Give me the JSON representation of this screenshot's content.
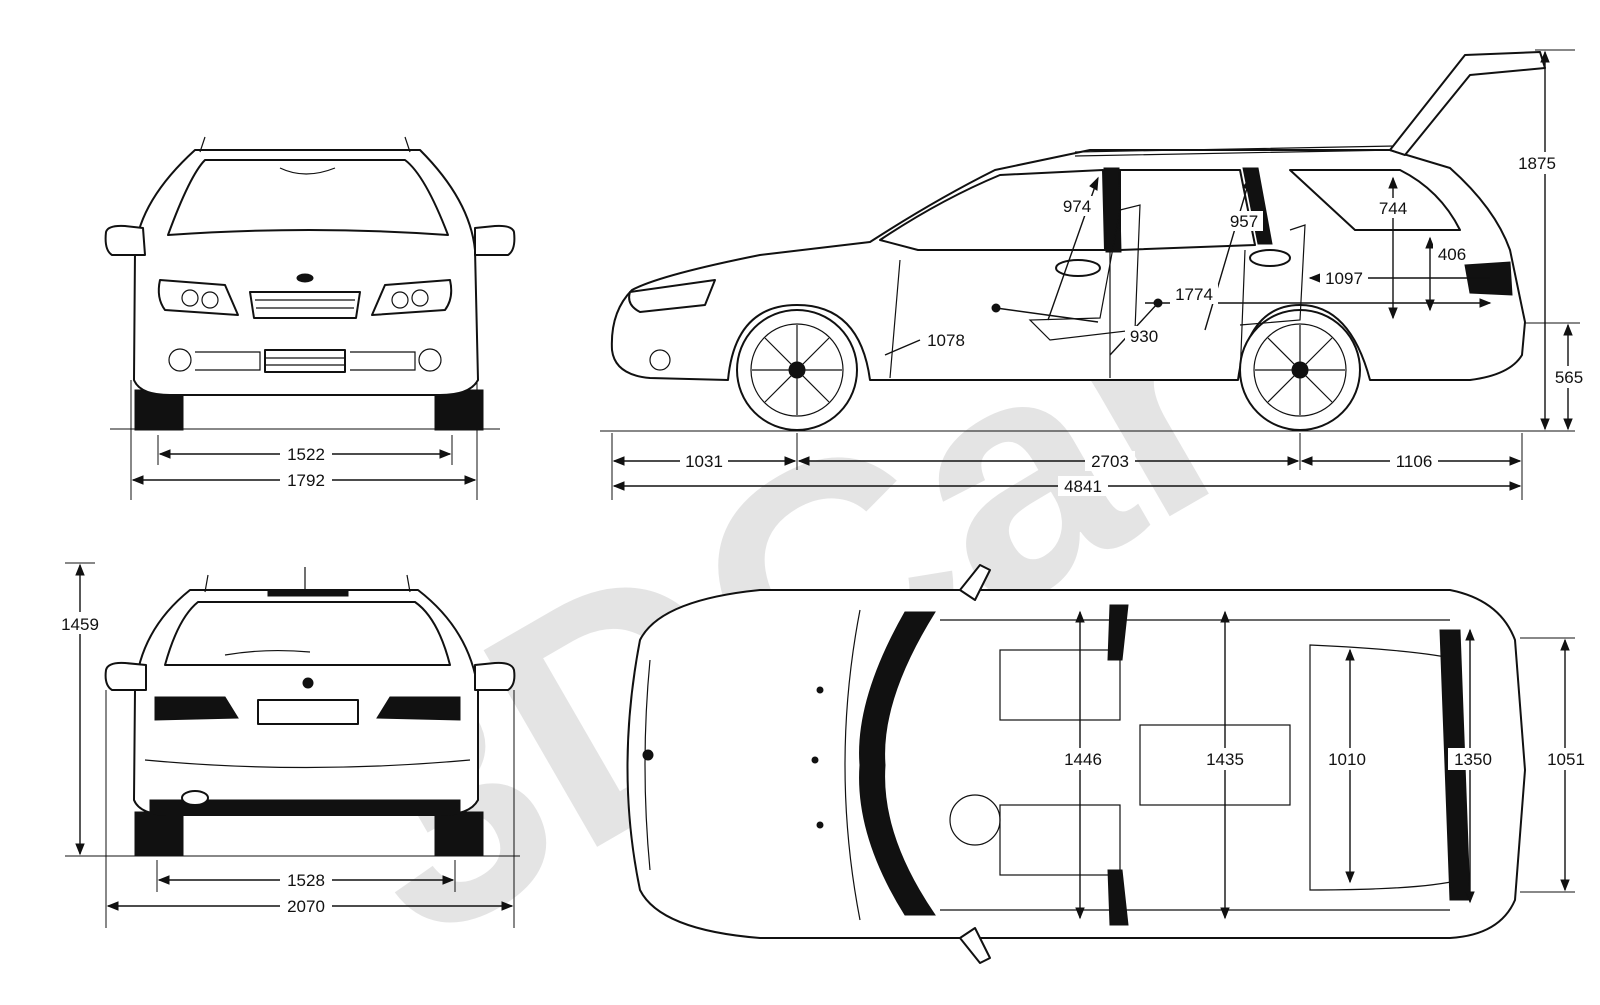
{
  "watermark": "3DCar",
  "front_view": {
    "track_width": "1522",
    "overall_width": "1792"
  },
  "rear_view": {
    "height": "1459",
    "track_width": "1528",
    "width_with_mirrors": "2070"
  },
  "side_view": {
    "front_overhang": "1031",
    "wheelbase": "2703",
    "rear_overhang": "1106",
    "overall_length": "4841",
    "height_tailgate_open": "1875",
    "load_sill_height": "565",
    "front_headroom": "974",
    "rear_headroom": "957",
    "cargo_height": "744",
    "cargo_opening_height": "406",
    "cargo_floor_length": "1097",
    "rear_legroom_length": "1774",
    "front_legroom": "1078",
    "rear_legroom": "930"
  },
  "top_view": {
    "front_shoulder_width": "1446",
    "rear_shoulder_width": "1435",
    "cargo_width_wheel_arches": "1010",
    "cargo_width": "1350",
    "tailgate_opening_width": "1051"
  }
}
